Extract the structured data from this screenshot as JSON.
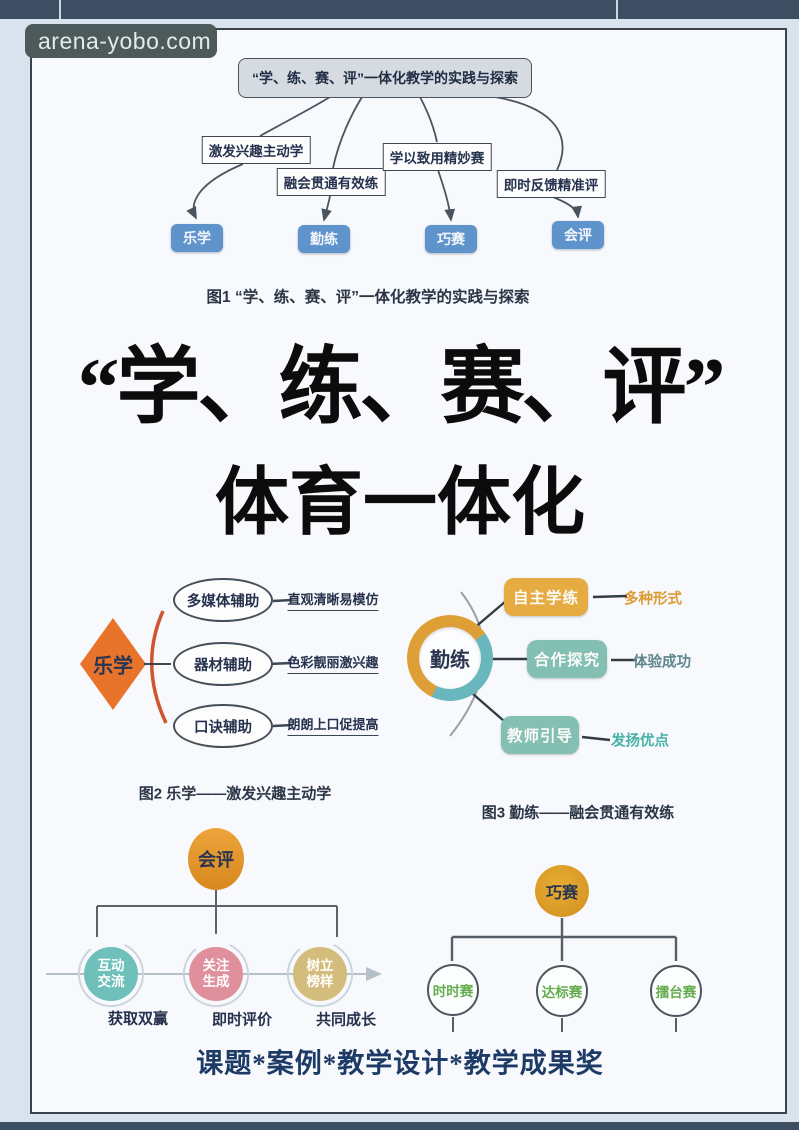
{
  "watermark": {
    "text": "arena-yobo.com"
  },
  "figure1": {
    "title": "“学、练、赛、评”一体化教学的实践与探索",
    "branch_labels": [
      "激发兴趣主动学",
      "融会贯通有效练",
      "学以致用精妙赛",
      "即时反馈精准评"
    ],
    "result_nodes": [
      "乐学",
      "勤练",
      "巧赛",
      "会评"
    ],
    "caption": "图1 “学、练、赛、评”一体化教学的实践与探索"
  },
  "hero_title": {
    "line1": "“学、练、赛、评”",
    "line2": "体育一体化"
  },
  "figure2": {
    "root": "乐学",
    "nodes": [
      "多媒体辅助",
      "器材辅助",
      "口诀辅助"
    ],
    "notes": [
      "直观清晰易模仿",
      "色彩靓丽激兴趣",
      "朗朗上口促提高"
    ],
    "caption": "图2 乐学——激发兴趣主动学"
  },
  "figure3": {
    "root": "勤练",
    "nodes": [
      "自主学练",
      "合作探究",
      "教师引导"
    ],
    "notes": [
      "多种形式",
      "体验成功",
      "发扬优点"
    ],
    "caption": "图3 勤练——融会贯通有效练"
  },
  "figure4": {
    "root": "会评",
    "nodes": [
      "互动交流",
      "关注生成",
      "树立榜样"
    ],
    "notes": [
      "获取双赢",
      "即时评价",
      "共同成长"
    ]
  },
  "figure5": {
    "root": "巧赛",
    "nodes": [
      "时时赛",
      "达标赛",
      "擂台赛"
    ]
  },
  "footer": {
    "text": "课题*案例*教学设计*教学成果奖"
  },
  "colors": {
    "band": "#3e4e62",
    "page_bg": "#f7f9fc",
    "accent_blue": "#5e93cb",
    "accent_orange": "#e8742c",
    "ring_orange": "#dea036",
    "ring_teal": "#68b7bd",
    "pill_yellow": "#e6ab41",
    "pill_teal": "#84bfb4",
    "circle_teal": "#6fc0ba",
    "circle_pink": "#e08f9d",
    "circle_tan": "#d4bd7c",
    "green_text": "#63ad4e",
    "note_orange": "#dd9a33",
    "note_gray_teal": "#5d868d",
    "note_teal": "#47b2a5",
    "text_navy": "#26324d",
    "footer_blue": "#1d3b66"
  }
}
